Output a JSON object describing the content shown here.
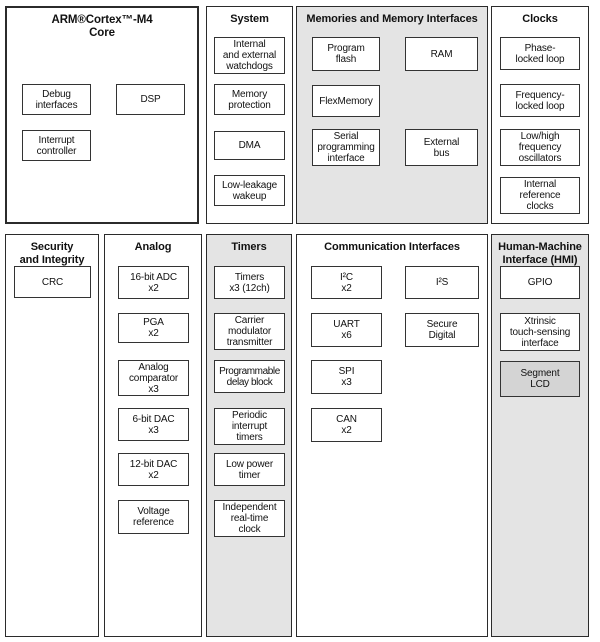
{
  "colors": {
    "panel_gray": "#e4e4e4",
    "box_gray": "#d4d4d4",
    "border": "#2b2b2b",
    "background": "#ffffff"
  },
  "panels": {
    "arm_core": {
      "title": "ARM®Cortex™-M4\nCore",
      "boxes": {
        "debug": "Debug\ninterfaces",
        "dsp": "DSP",
        "interrupt": "Interrupt\ncontroller"
      }
    },
    "system": {
      "title": "System",
      "boxes": {
        "watchdogs": "Internal\nand external\nwatchdogs",
        "memory_protection": "Memory\nprotection",
        "dma": "DMA",
        "llwu": "Low-leakage\nwakeup"
      }
    },
    "memories": {
      "title": "Memories and Memory Interfaces",
      "boxes": {
        "program_flash": "Program\nflash",
        "ram": "RAM",
        "flexmemory": "FlexMemory",
        "serial_programming": "Serial\nprogramming\ninterface",
        "external_bus": "External\nbus"
      }
    },
    "clocks": {
      "title": "Clocks",
      "boxes": {
        "pll": "Phase-\nlocked loop",
        "fll": "Frequency-\nlocked loop",
        "oscillators": "Low/high\nfrequency\noscillators",
        "internal_ref": "Internal\nreference\nclocks"
      }
    },
    "security": {
      "title": "Security\nand Integrity",
      "boxes": {
        "crc": "CRC"
      }
    },
    "analog": {
      "title": "Analog",
      "boxes": {
        "adc": "16-bit ADC\nx2",
        "pga": "PGA\nx2",
        "comparator": "Analog\ncomparator\nx3",
        "dac6": "6-bit DAC\nx3",
        "dac12": "12-bit DAC\nx2",
        "vref": "Voltage\nreference"
      }
    },
    "timers": {
      "title": "Timers",
      "boxes": {
        "timers": "Timers\nx3 (12ch)",
        "cmt": "Carrier\nmodulator\ntransmitter",
        "pdb": "Programmable\ndelay block",
        "pit": "Periodic\ninterrupt\ntimers",
        "lpt": "Low power\ntimer",
        "rtc": "Independent\nreal-time\nclock"
      }
    },
    "comm": {
      "title": "Communication Interfaces",
      "boxes": {
        "i2c": "I²C\nx2",
        "i2s": "I²S",
        "uart": "UART\nx6",
        "secure_digital": "Secure\nDigital",
        "spi": "SPI\nx3",
        "can": "CAN\nx2"
      }
    },
    "hmi": {
      "title": "Human-Machine\nInterface (HMI)",
      "boxes": {
        "gpio": "GPIO",
        "touch_sensing": "Xtrinsic\ntouch-sensing\ninterface",
        "segment_lcd": "Segment\nLCD"
      }
    }
  }
}
